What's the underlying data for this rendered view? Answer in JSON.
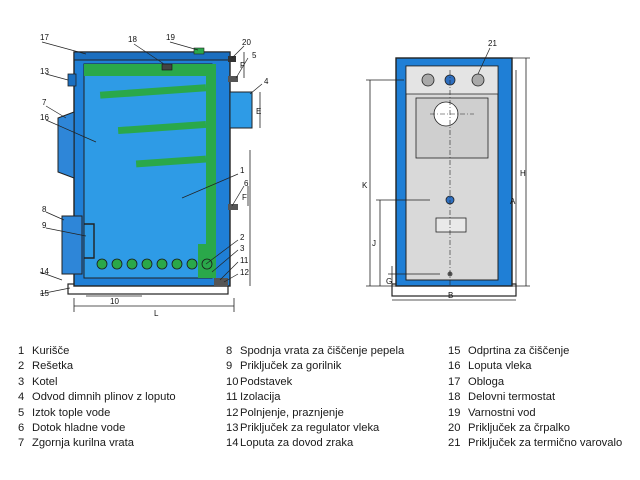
{
  "side_view": {
    "callouts": [
      "17",
      "18",
      "19",
      "20",
      "5",
      "4",
      "13",
      "7",
      "16",
      "1",
      "6",
      "8",
      "9",
      "2",
      "3",
      "11",
      "12",
      "14",
      "15",
      "10"
    ],
    "dims": {
      "F_top": "F",
      "E": "E",
      "F_mid": "F",
      "L": "L"
    }
  },
  "front_view": {
    "callouts": [
      "21"
    ],
    "dims": {
      "K": "K",
      "H": "H",
      "A": "A",
      "J": "J",
      "G": "G",
      "B": "B"
    }
  },
  "legend": {
    "col1": [
      {
        "num": "1",
        "label": "Kurišče"
      },
      {
        "num": "2",
        "label": "Rešetka"
      },
      {
        "num": "3",
        "label": "Kotel"
      },
      {
        "num": "4",
        "label": "Odvod dimnih plinov z loputo"
      },
      {
        "num": "5",
        "label": "Iztok tople vode"
      },
      {
        "num": "6",
        "label": "Dotok hladne vode"
      },
      {
        "num": "7",
        "label": "Zgornja kurilna vrata"
      }
    ],
    "col2": [
      {
        "num": "8",
        "label": "Spodnja vrata za čiščenje pepela"
      },
      {
        "num": "9",
        "label": "Priključek za gorilnik"
      },
      {
        "num": "10",
        "label": "Podstavek"
      },
      {
        "num": "11",
        "label": "Izolacija"
      },
      {
        "num": "12",
        "label": "Polnjenje, praznjenje"
      },
      {
        "num": "13",
        "label": "Priključek za regulator vleka"
      },
      {
        "num": "14",
        "label": "Loputa za dovod zraka"
      }
    ],
    "col3": [
      {
        "num": "15",
        "label": "Odprtina za čiščenje"
      },
      {
        "num": "16",
        "label": "Loputa vleka"
      },
      {
        "num": "17",
        "label": "Obloga"
      },
      {
        "num": "18",
        "label": "Delovni termostat"
      },
      {
        "num": "19",
        "label": "Varnostni vod"
      },
      {
        "num": "20",
        "label": "Priključek za črpalko"
      },
      {
        "num": "21",
        "label": "Priključek za termično varovalo"
      }
    ]
  },
  "colors": {
    "casing": "#1f7fd6",
    "body": "#2e9be6",
    "flue": "#2aa84a",
    "frame": "#222222",
    "panel": "#d9d9d9",
    "pipe": "#5a5a5a"
  }
}
